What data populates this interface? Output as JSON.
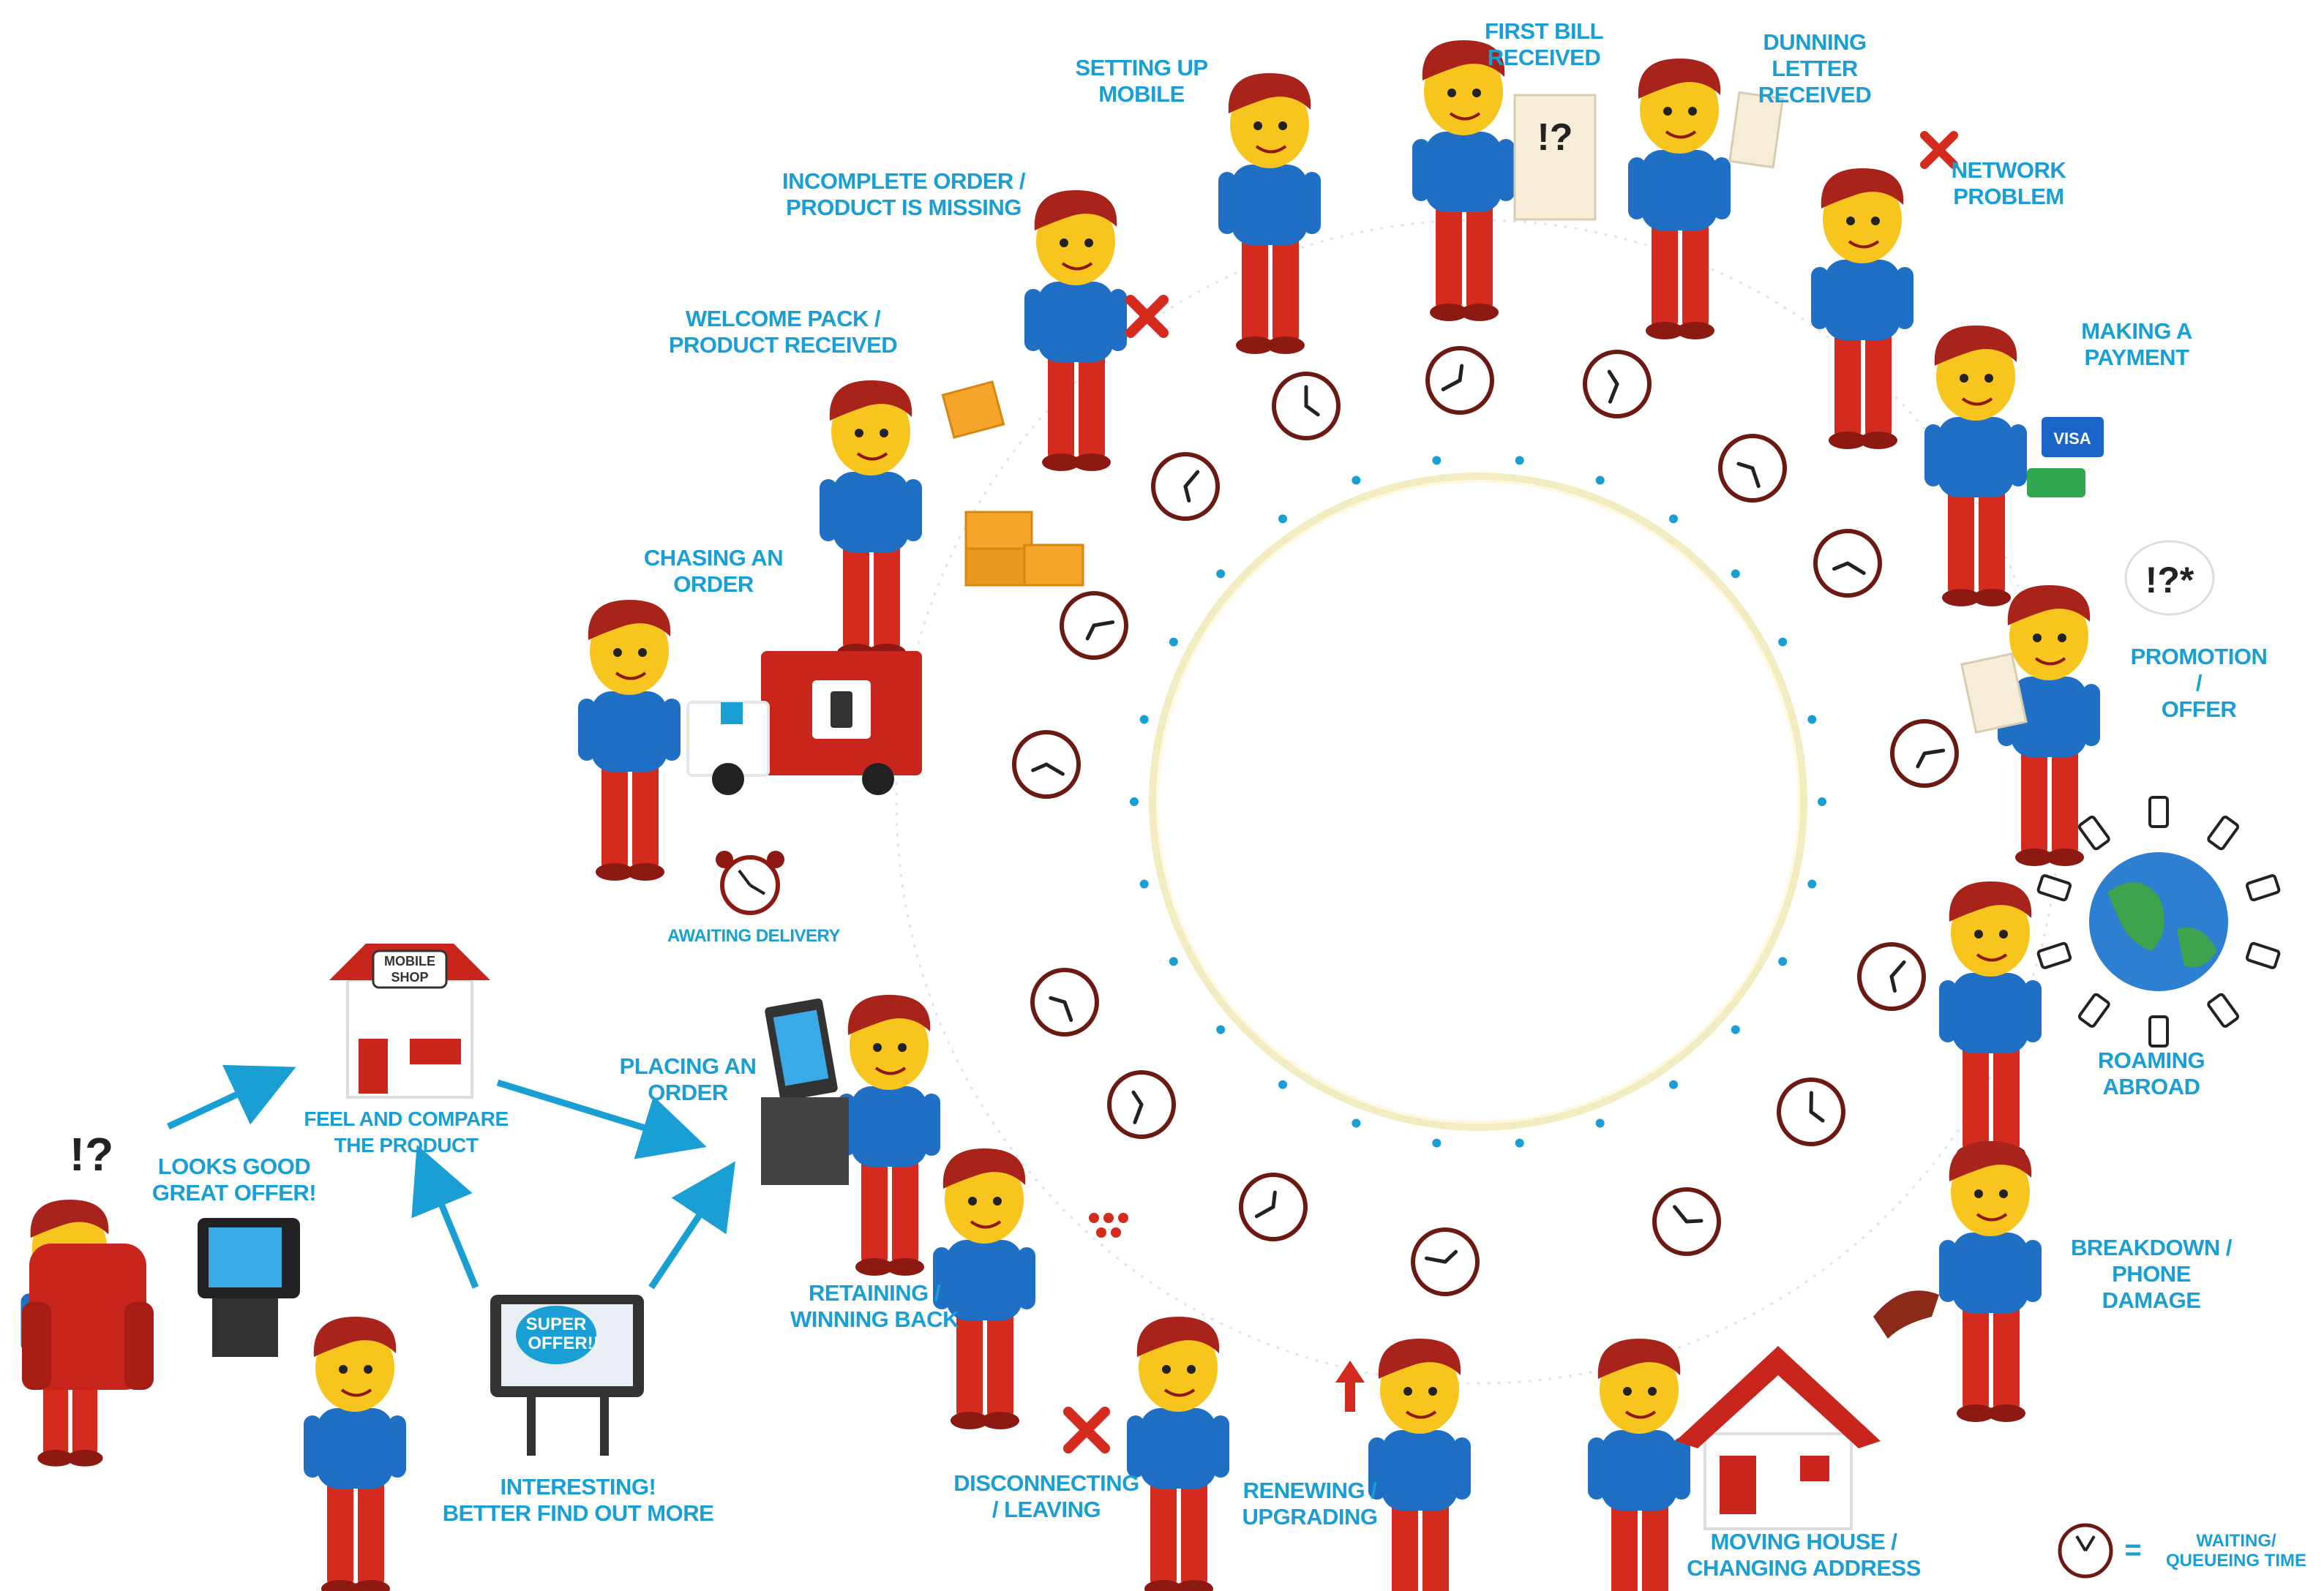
{
  "labels": {
    "setting_up_mobile": "SETTING UP\nMOBILE",
    "first_bill": "FIRST BILL\nRECEIVED",
    "dunning_letter": "DUNNING\nLETTER\nRECEIVED",
    "incomplete_order": "INCOMPLETE ORDER /\nPRODUCT IS MISSING",
    "network_problem": "NETWORK\nPROBLEM",
    "welcome_pack": "WELCOME PACK /\nPRODUCT RECEIVED",
    "making_payment": "MAKING A\nPAYMENT",
    "chasing_order": "CHASING AN\nORDER",
    "promotion_offer": "PROMOTION /\nOFFER",
    "awaiting_delivery": "AWAITING DELIVERY",
    "roaming_abroad": "ROAMING ABROAD",
    "feel_compare": "FEEL AND COMPARE\nTHE PRODUCT",
    "placing_order": "PLACING AN\nORDER",
    "looks_good": "LOOKS GOOD\nGREAT OFFER!",
    "breakdown": "BREAKDOWN /\nPHONE DAMAGE",
    "retaining": "RETAINING /\nWINNING BACK",
    "interesting": "INTERESTING!\nBETTER FIND OUT MORE",
    "disconnecting": "DISCONNECTING\n/ LEAVING",
    "renewing": "RENEWING /\nUPGRADING",
    "moving_house": "MOVING HOUSE /\nCHANGING ADDRESS"
  },
  "shop_sign": "MOBILE\nSHOP",
  "billboard_text": "SUPER\nOFFER!!",
  "visa_text": "VISA",
  "exclaim_question": "!?",
  "exclaim_question_star": "!?*",
  "legend": {
    "equals": "=",
    "text": "WAITING/\nQUEUEING TIME"
  },
  "colors": {
    "accent": "#1a9fd4",
    "shirt": "#1f6fc4",
    "pants": "#d42b1e",
    "hair": "#a8241a",
    "skin": "#f7c51e",
    "ring": "#f3ecc0"
  }
}
